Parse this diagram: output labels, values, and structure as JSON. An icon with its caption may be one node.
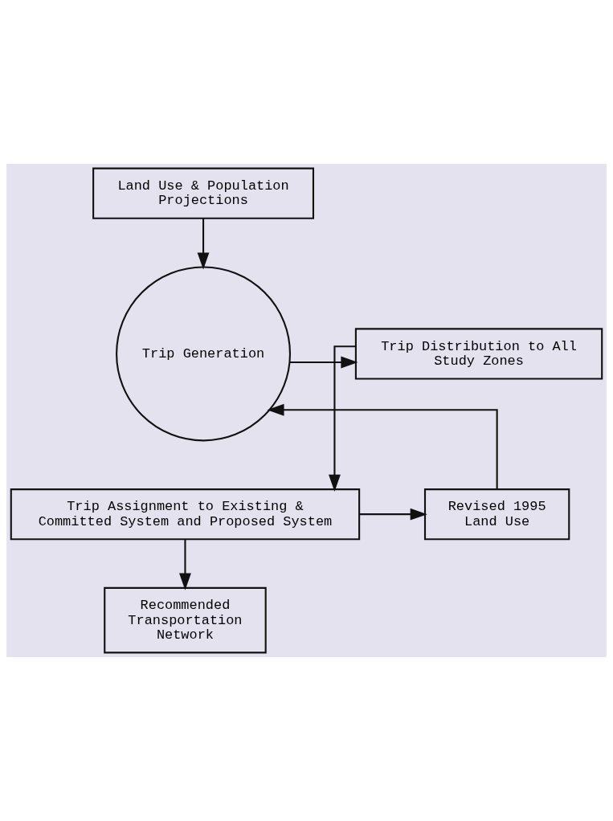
{
  "diagram": {
    "nodes": [
      {
        "text": [
          "Land Use & Population Projections"
        ]
      },
      {
        "text": [
          "Trip Generation"
        ]
      },
      {
        "text": [
          "Trip Distribution to All Study Zones"
        ]
      },
      {
        "text": [
          "Trip Assignment to Existing & Committed System and Proposed System"
        ]
      },
      {
        "text": [
          "Revised 1995 Land Use"
        ]
      },
      {
        "text": [
          "Recommended Transportation Network"
        ]
      }
    ],
    "edges": [
      {
        "from": 0,
        "to": 1,
        "arrow": "to"
      },
      {
        "from": 1,
        "to": 2,
        "arrow": "to"
      },
      {
        "from": 2,
        "to": 3,
        "arrow": "to"
      },
      {
        "from": 3,
        "to": 4,
        "arrow": "to"
      },
      {
        "from": 3,
        "to": 5,
        "arrow": "to"
      },
      {
        "from": 4,
        "to": 1,
        "arrow": "to"
      }
    ]
  }
}
